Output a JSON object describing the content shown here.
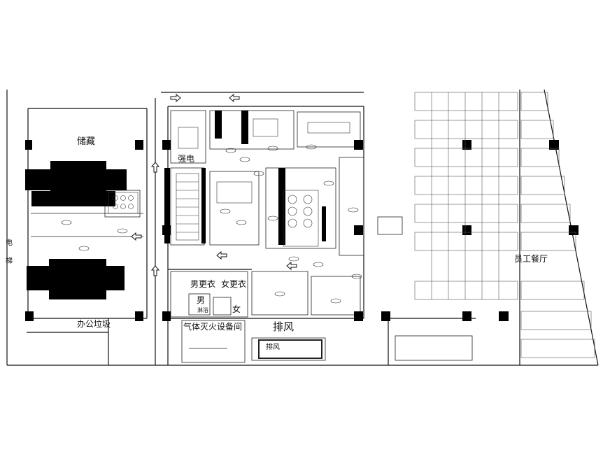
{
  "rooms": {
    "storage": "储藏",
    "electrical": "强电",
    "men_locker": "男更衣",
    "women_locker": "女更衣",
    "men": "男",
    "women": "女",
    "office_trash": "办公垃圾",
    "gas_fire_room": "气体灭火设备间",
    "exhaust_big": "排风",
    "exhaust_small": "排风",
    "staff_canteen": "员工餐厅",
    "left_edge_1": "电",
    "left_edge_2": "梯",
    "shower": "淋浴"
  },
  "colors": {
    "line": "#111111",
    "fill_black": "#000000",
    "background": "#ffffff"
  }
}
